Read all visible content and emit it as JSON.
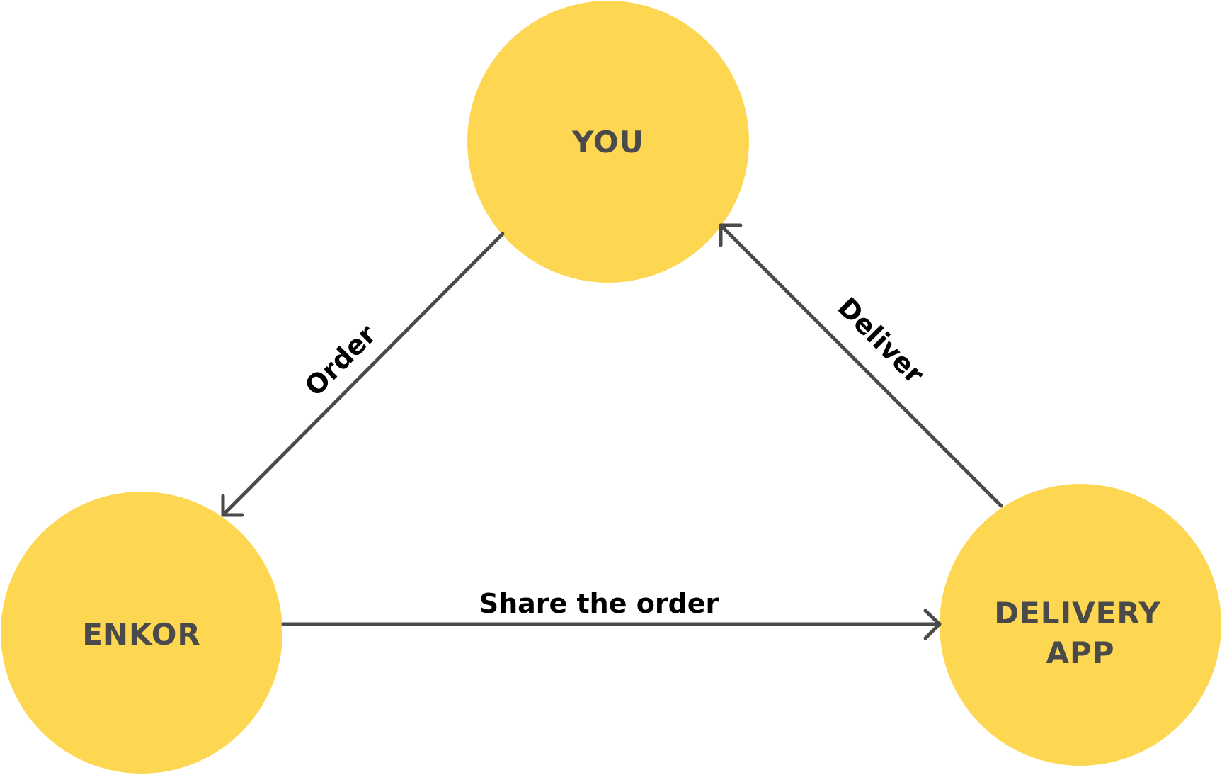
{
  "colors": {
    "node_fill": "#FDD752",
    "node_text": "#4A4A4A",
    "arrow": "#4A4A4A",
    "edge_text": "#000000",
    "background": "#FFFFFF"
  },
  "nodes": {
    "you": {
      "label": "YOU"
    },
    "enkor": {
      "label": "ENKOR"
    },
    "delivery": {
      "label_line1": "DELIVERY",
      "label_line2": "APP"
    }
  },
  "edges": {
    "order": {
      "label": "Order"
    },
    "share": {
      "label": "Share the order"
    },
    "deliver": {
      "label": "Deliver"
    }
  }
}
